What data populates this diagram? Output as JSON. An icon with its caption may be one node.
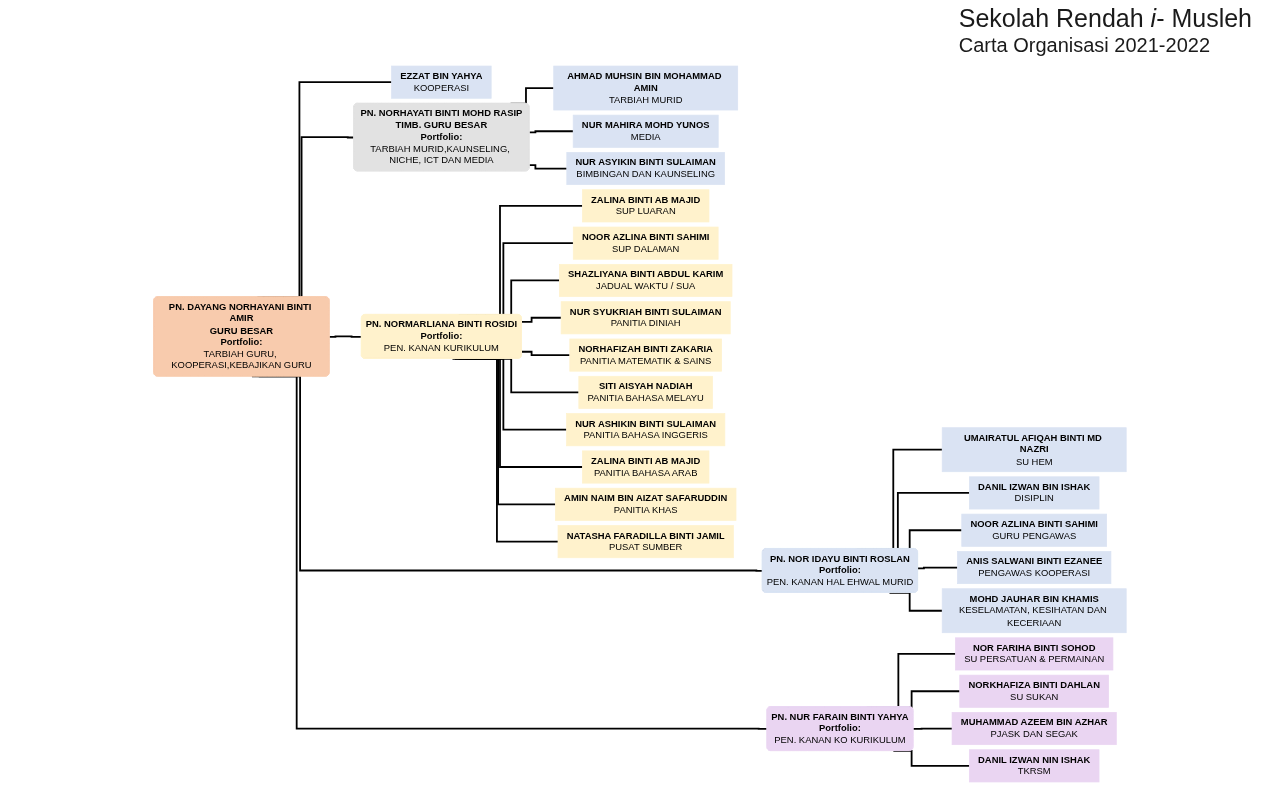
{
  "diagram": {
    "title": "Sekolah Rendah *i*- Musleh",
    "nodes": [
      {
        "text": [
          "PN. DAYANG NORHAYANI BINTI AMIR",
          "GURU BESAR",
          "Portfolio:",
          "TARBIAH GURU, KOOPERASI,KEBAJIKAN GURU"
        ]
      },
      {
        "text": [
          "EZZAT BIN YAHYA",
          "KOOPERASI"
        ]
      },
      {
        "text": [
          "PN. NORHAYATI BINTI MOHD RASIP",
          "TIMB. GURU BESAR",
          "Portfolio:",
          "TARBIAH MURID,KAUNSELING, NICHE, ICT DAN MEDIA"
        ]
      },
      {
        "text": [
          "AHMAD MUHSIN BIN MOHAMMAD AMIN",
          "TARBIAH MURID"
        ]
      },
      {
        "text": [
          "NUR MAHIRA MOHD YUNOS",
          "MEDIA"
        ]
      },
      {
        "text": [
          "NUR ASYIKIN BINTI SULAIMAN",
          "BIMBINGAN DAN KAUNSELING"
        ]
      },
      {
        "text": [
          "PN. NORMARLIANA BINTI ROSIDI",
          "Portfolio:",
          "PEN. KANAN KURIKULUM"
        ]
      },
      {
        "text": [
          "ZALINA BINTI AB MAJID",
          "SUP LUARAN"
        ]
      },
      {
        "text": [
          "NOOR AZLINA BINTI SAHIMI",
          "SUP DALAMAN"
        ]
      },
      {
        "text": [
          "SHAZLIYANA BINTI ABDUL KARIM",
          "JADUAL WAKTU / SUA"
        ]
      },
      {
        "text": [
          "NUR SYUKRIAH BINTI SULAIMAN",
          "PANITIA DINIAH"
        ]
      },
      {
        "text": [
          "NORHAFIZAH BINTI ZAKARIA",
          "PANITIA MATEMATIK & SAINS"
        ]
      },
      {
        "text": [
          "SITI AISYAH NADIAH",
          "PANITIA BAHASA MELAYU"
        ]
      },
      {
        "text": [
          "NUR ASHIKIN BINTI SULAIMAN",
          "PANITIA BAHASA INGGERIS"
        ]
      },
      {
        "text": [
          "ZALINA BINTI AB MAJID",
          "PANITIA BAHASA ARAB"
        ]
      },
      {
        "text": [
          "AMIN NAIM BIN AIZAT SAFARUDDIN",
          "PANITIA KHAS"
        ]
      },
      {
        "text": [
          "NATASHA FARADILLA BINTI JAMIL",
          "PUSAT SUMBER"
        ]
      },
      {
        "text": [
          "PN. NOR IDAYU BINTI ROSLAN",
          "Portfolio:",
          "PEN. KANAN HAL EHWAL MURID"
        ]
      },
      {
        "text": [
          "UMAIRATUL AFIQAH BINTI MD NAZRI",
          "SU HEM"
        ]
      },
      {
        "text": [
          "DANIL IZWAN BIN ISHAK",
          "DISIPLIN"
        ]
      },
      {
        "text": [
          "NOOR AZLINA BINTI SAHIMI",
          "GURU PENGAWAS"
        ]
      },
      {
        "text": [
          "ANIS SALWANI BINTI EZANEE",
          "PENGAWAS KOOPERASI"
        ]
      },
      {
        "text": [
          "MOHD JAUHAR BIN KHAMIS",
          "KESELAMATAN, KESIHATAN DAN KECERIAAN"
        ]
      },
      {
        "text": [
          "PN. NUR FARAIN BINTI YAHYA",
          "Portfolio:",
          "PEN. KANAN KO KURIKULUM"
        ]
      },
      {
        "text": [
          "NOR FARIHA BINTI SOHOD",
          "SU PERSATUAN & PERMAINAN"
        ]
      },
      {
        "text": [
          "NORKHAFIZA BINTI DAHLAN",
          "SU SUKAN"
        ]
      },
      {
        "text": [
          "MUHAMMAD AZEEM BIN AZHAR",
          "PJASK DAN SEGAK"
        ]
      },
      {
        "text": [
          "DANIL IZWAN NIN ISHAK",
          "TKRSM"
        ]
      }
    ],
    "edges": [
      {
        "from": 0,
        "to": 1,
        "arrow": "none"
      },
      {
        "from": 0,
        "to": 2,
        "arrow": "none"
      },
      {
        "from": 2,
        "to": 3,
        "arrow": "none"
      },
      {
        "from": 2,
        "to": 4,
        "arrow": "none"
      },
      {
        "from": 2,
        "to": 5,
        "arrow": "none"
      },
      {
        "from": 0,
        "to": 6,
        "arrow": "none"
      },
      {
        "from": 0,
        "to": 17,
        "arrow": "none"
      },
      {
        "from": 0,
        "to": 23,
        "arrow": "none"
      },
      {
        "from": 6,
        "to": 7,
        "arrow": "none"
      },
      {
        "from": 6,
        "to": 8,
        "arrow": "none"
      },
      {
        "from": 6,
        "to": 9,
        "arrow": "none"
      },
      {
        "from": 6,
        "to": 10,
        "arrow": "none"
      },
      {
        "from": 6,
        "to": 11,
        "arrow": "none"
      },
      {
        "from": 6,
        "to": 12,
        "arrow": "none"
      },
      {
        "from": 6,
        "to": 13,
        "arrow": "none"
      },
      {
        "from": 6,
        "to": 14,
        "arrow": "none"
      },
      {
        "from": 6,
        "to": 15,
        "arrow": "none"
      },
      {
        "from": 6,
        "to": 16,
        "arrow": "none"
      },
      {
        "from": 17,
        "to": 18,
        "arrow": "none"
      },
      {
        "from": 17,
        "to": 19,
        "arrow": "none"
      },
      {
        "from": 17,
        "to": 20,
        "arrow": "none"
      },
      {
        "from": 17,
        "to": 21,
        "arrow": "none"
      },
      {
        "from": 17,
        "to": 22,
        "arrow": "none"
      },
      {
        "from": 23,
        "to": 24,
        "arrow": "none"
      },
      {
        "from": 23,
        "to": 25,
        "arrow": "none"
      },
      {
        "from": 23,
        "to": 26,
        "arrow": "none"
      },
      {
        "from": 23,
        "to": 27,
        "arrow": "none"
      }
    ],
    "labels": [
      "Carta Organisasi 2021-2022"
    ]
  }
}
